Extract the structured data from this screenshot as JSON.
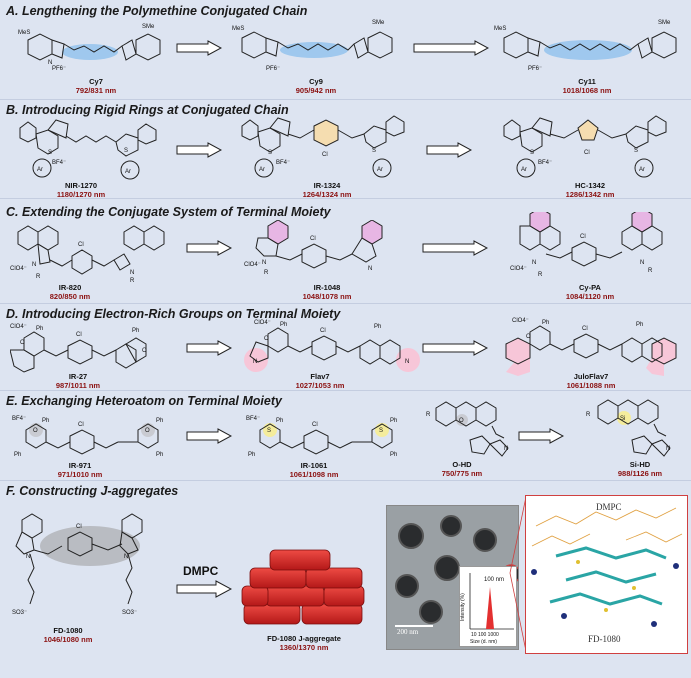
{
  "sections": [
    {
      "title": "A. Lengthening the Polymethine Conjugated Chain"
    },
    {
      "title": "B. Introducing Rigid Rings at Conjugated Chain"
    },
    {
      "title": "C. Extending  the Conjugate System of Terminal Moiety"
    },
    {
      "title": "D. Introducing Electron-Rich Groups on Terminal Moiety"
    },
    {
      "title": "E. Exchanging Heteroatom on Terminal Moiety"
    },
    {
      "title": "F. Constructing J-aggregates"
    }
  ],
  "molecules": {
    "cy7": {
      "name": "Cy7",
      "wl": "792/831 nm"
    },
    "cy9": {
      "name": "Cy9",
      "wl": "905/942 nm"
    },
    "cy11": {
      "name": "Cy11",
      "wl": "1018/1068 nm"
    },
    "nir1270": {
      "name": "NIR-1270",
      "wl": "1180/1270 nm"
    },
    "ir1324": {
      "name": "IR-1324",
      "wl": "1264/1324 nm"
    },
    "hc1342": {
      "name": "HC-1342",
      "wl": "1286/1342 nm"
    },
    "ir820": {
      "name": "IR-820",
      "wl": "820/850 nm"
    },
    "ir1048": {
      "name": "IR-1048",
      "wl": "1048/1078 nm"
    },
    "cypa": {
      "name": "Cy-PA",
      "wl": "1084/1120 nm"
    },
    "ir27": {
      "name": "IR-27",
      "wl": "987/1011 nm"
    },
    "flav7": {
      "name": "Flav7",
      "wl": "1027/1053 nm"
    },
    "juloflav7": {
      "name": "JuloFlav7",
      "wl": "1061/1088 nm"
    },
    "ir971": {
      "name": "IR-971",
      "wl": "971/1010 nm"
    },
    "ir1061": {
      "name": "IR-1061",
      "wl": "1061/1098 nm"
    },
    "ohd": {
      "name": "O-HD",
      "wl": "750/775 nm"
    },
    "sihd": {
      "name": "Si-HD",
      "wl": "988/1126 nm"
    },
    "fd1080": {
      "name": "FD-1080",
      "wl": "1046/1080 nm"
    },
    "fdagg": {
      "name": "FD-1080 J-aggregate",
      "wl": "1360/1370 nm"
    }
  },
  "atom_labels": {
    "sme": "SMe",
    "mes": "MeS",
    "pf6": "PF6⁻",
    "bf4": "BF4⁻",
    "clo4": "ClO4⁻",
    "cl": "Cl",
    "s": "S",
    "o": "O",
    "n": "N",
    "r": "R",
    "ph": "Ph",
    "si": "Si",
    "ar": "Ar",
    "so3": "SO3⁻"
  },
  "panel_f": {
    "dmpc_arrow_label": "DMPC",
    "scale_bar": "200 nm",
    "inset_ylabel": "Intensity (%)",
    "inset_xlabel": "Size (d. nm)",
    "inset_peak_label": "100 nm",
    "inset_ticks": "10   100 1000",
    "md_dmpc": "DMPC",
    "md_fd": "FD-1080"
  },
  "colors": {
    "background": "#dde4f1",
    "wavelength": "#8b1010",
    "chain_highlight": "#9fc8ee",
    "ring_highlight_b": "#f5ddb0",
    "ring_highlight_c": "#e7b6e4",
    "ring_highlight_d": "#f7c6d8",
    "ring_highlight_e": "#f4ec9c",
    "aggregate_red": "#d42a2a"
  }
}
